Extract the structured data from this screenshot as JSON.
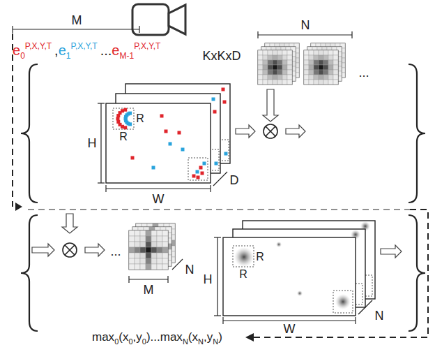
{
  "diagram": {
    "labels": [
      "M",
      "e",
      "0",
      "P,X,Y,T",
      ",",
      "e",
      "1",
      "P,X,Y,T",
      "...",
      "e",
      "M-1",
      "P,X,Y,T",
      "N",
      "KxKxD",
      "H",
      "R",
      "R",
      "D",
      "W",
      "N",
      "M",
      "H",
      "R",
      "R",
      "N",
      "W",
      "max",
      "0",
      "(x",
      "0",
      ",y",
      "0",
      ")",
      "...",
      "max",
      "N",
      "(x",
      "N",
      ",y",
      "N",
      ")",
      "...",
      "..."
    ]
  }
}
